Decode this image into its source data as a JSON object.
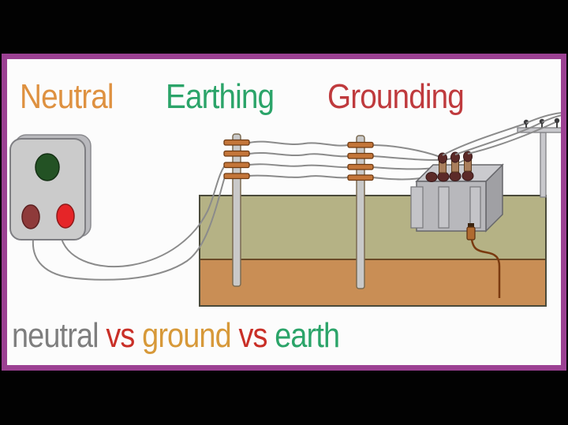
{
  "scene": {
    "description": "Electrical illustration comparing neutral, earthing and grounding: a three-pin socket wired through two earthing poles to a distribution transformer with an earth conductor buried in soil"
  },
  "title": {
    "items": [
      {
        "label": "Neutral",
        "color": "#de9140"
      },
      {
        "label": "Earthing",
        "color": "#2ba469"
      },
      {
        "label": "Grounding",
        "color": "#bf3a3d"
      }
    ]
  },
  "caption": {
    "items": [
      {
        "label": "neutral",
        "color": "#7e7e7e"
      },
      {
        "label": "vs",
        "color": "#c92f27"
      },
      {
        "label": "ground",
        "color": "#d79939"
      },
      {
        "label": "vs",
        "color": "#c92f27"
      },
      {
        "label": "earth",
        "color": "#2ba469"
      }
    ]
  },
  "colors": {
    "frame_border": "#9c4193",
    "letterbox": "#020202",
    "canvas": "#fcfcfc",
    "soil_top_layer": "#b5b285",
    "soil_sub_layer": "#c98e55",
    "insulator": "#c4763a",
    "overhead_wire": "#8b8b8b",
    "earth_conductor": "#7a3a10",
    "transformer_body": "#b8b8bc",
    "socket_body": "#cbcbcb",
    "socket_pin_earth": "#235224",
    "socket_pin_live": "#e52528",
    "socket_pin_neutral": "#8e3a3a"
  },
  "diagram": {
    "components": [
      "three-pin-socket",
      "earthing-rod-pole-1",
      "earthing-rod-pole-2",
      "soil-layers",
      "distribution-transformer",
      "service-pole-crossarm",
      "earthing-conductor",
      "overhead-wires"
    ]
  }
}
